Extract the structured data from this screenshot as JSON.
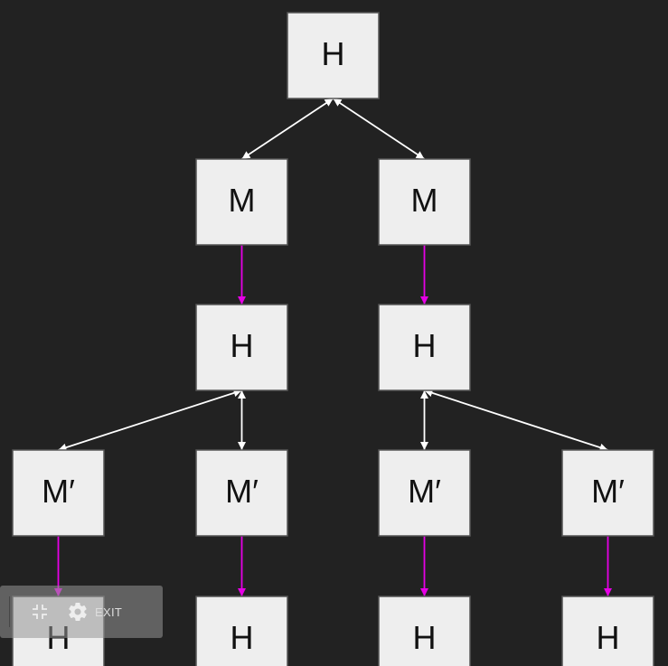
{
  "diagram": {
    "nodes": [
      {
        "id": "n0",
        "label": "H"
      },
      {
        "id": "n1",
        "label": "M"
      },
      {
        "id": "n2",
        "label": "M"
      },
      {
        "id": "n3",
        "label": "H"
      },
      {
        "id": "n4",
        "label": "H"
      },
      {
        "id": "n5",
        "label": "M′"
      },
      {
        "id": "n6",
        "label": "M′"
      },
      {
        "id": "n7",
        "label": "M′"
      },
      {
        "id": "n8",
        "label": "M′"
      },
      {
        "id": "n9",
        "label": "H"
      },
      {
        "id": "n10",
        "label": "H"
      },
      {
        "id": "n11",
        "label": "H"
      },
      {
        "id": "n12",
        "label": "H"
      }
    ],
    "edges": [
      {
        "from": "n0",
        "to": "n1",
        "kind": "bidirectional"
      },
      {
        "from": "n0",
        "to": "n2",
        "kind": "bidirectional"
      },
      {
        "from": "n1",
        "to": "n3",
        "kind": "directed"
      },
      {
        "from": "n2",
        "to": "n4",
        "kind": "directed"
      },
      {
        "from": "n3",
        "to": "n5",
        "kind": "bidirectional"
      },
      {
        "from": "n3",
        "to": "n6",
        "kind": "bidirectional"
      },
      {
        "from": "n4",
        "to": "n7",
        "kind": "bidirectional"
      },
      {
        "from": "n4",
        "to": "n8",
        "kind": "bidirectional"
      },
      {
        "from": "n5",
        "to": "n9",
        "kind": "directed"
      },
      {
        "from": "n6",
        "to": "n10",
        "kind": "directed"
      },
      {
        "from": "n7",
        "to": "n11",
        "kind": "directed"
      },
      {
        "from": "n8",
        "to": "n12",
        "kind": "directed"
      }
    ],
    "colors": {
      "background": "#222222",
      "node_fill": "#eeeeee",
      "node_border": "#555555",
      "bidirectional_edge": "#ffffff",
      "directed_edge": "#e600e6"
    }
  },
  "toolbar": {
    "collapse_icon": "collapse-icon",
    "settings_icon": "gear-icon",
    "exit_label": "EXIT"
  }
}
